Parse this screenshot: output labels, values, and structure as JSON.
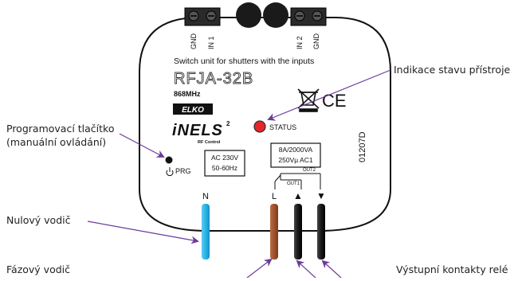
{
  "device": {
    "subtitle": "Switch unit for shutters with the inputs",
    "model": "RFJA-32B",
    "frequency": "868MHz",
    "brand_elko": "ELKO",
    "brand_inels": "iNELS",
    "brand_inels_sup": "2",
    "brand_rf": "RF Control",
    "ce_mark": "CE",
    "status_label": "STATUS",
    "serial": "01207D",
    "prg_label": "PRG",
    "power_rating": [
      "AC 230V",
      "50-60Hz"
    ],
    "relay_rating": [
      "8A/2000VA",
      "250Vµ AC1"
    ],
    "out1": "OUT1",
    "out2": "OUT2",
    "terminals_top": [
      "GND",
      "IN 1",
      "IN 2",
      "GND"
    ],
    "wire_labels": [
      "N",
      "L",
      "▲",
      "▼"
    ]
  },
  "callouts": {
    "status_indicator": "Indikace stavu přístroje",
    "prog_button_line1": "Programovací tlačítko",
    "prog_button_line2": "(manuální ovládání)",
    "neutral": "Nulový vodič",
    "phase": "Fázový vodič",
    "relay_outputs": "Výstupní kontakty relé"
  },
  "colors": {
    "neutral_wire": "#29b6e8",
    "phase_wire": "#a0522d",
    "output_wire": "#1a1a1a",
    "status_led": "#e8232a",
    "arrow": "#6a3b9a"
  }
}
